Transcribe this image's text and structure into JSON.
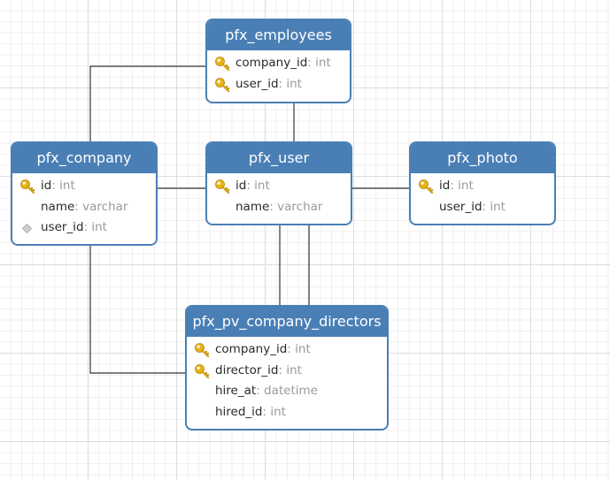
{
  "tables": [
    {
      "id": "pfx_employees",
      "name": "pfx_employees",
      "columns": [
        {
          "name": "company_id",
          "type": ": int",
          "marker": "key"
        },
        {
          "name": "user_id",
          "type": ": int",
          "marker": "key"
        }
      ]
    },
    {
      "id": "pfx_company",
      "name": "pfx_company",
      "columns": [
        {
          "name": "id",
          "type": ": int",
          "marker": "key"
        },
        {
          "name": "name",
          "type": ": varchar",
          "marker": "none"
        },
        {
          "name": "user_id",
          "type": ": int",
          "marker": "diamond"
        }
      ]
    },
    {
      "id": "pfx_user",
      "name": "pfx_user",
      "columns": [
        {
          "name": "id",
          "type": ": int",
          "marker": "key"
        },
        {
          "name": "name",
          "type": ": varchar",
          "marker": "none"
        }
      ]
    },
    {
      "id": "pfx_photo",
      "name": "pfx_photo",
      "columns": [
        {
          "name": "id",
          "type": ": int",
          "marker": "key"
        },
        {
          "name": "user_id",
          "type": ": int",
          "marker": "none"
        }
      ]
    },
    {
      "id": "pfx_pv_company_directors",
      "name": "pfx_pv_company_directors",
      "columns": [
        {
          "name": "company_id",
          "type": ": int",
          "marker": "key"
        },
        {
          "name": "director_id",
          "type": ": int",
          "marker": "key"
        },
        {
          "name": "hire_at",
          "type": ": datetime",
          "marker": "none"
        },
        {
          "name": "hired_id",
          "type": ": int",
          "marker": "none"
        }
      ]
    }
  ],
  "relationships": [
    {
      "from": "pfx_company",
      "to": "pfx_employees"
    },
    {
      "from": "pfx_user",
      "to": "pfx_employees"
    },
    {
      "from": "pfx_company",
      "to": "pfx_user"
    },
    {
      "from": "pfx_user",
      "to": "pfx_photo"
    },
    {
      "from": "pfx_company",
      "to": "pfx_pv_company_directors"
    },
    {
      "from": "pfx_user",
      "to": "pfx_pv_company_directors"
    },
    {
      "from": "pfx_user",
      "to": "pfx_pv_company_directors"
    }
  ],
  "colors": {
    "header": "#4a7fb5",
    "border": "#4a7fb5",
    "type_text": "#9a9a9a",
    "connector": "#333333",
    "key_icon": "#e8b416",
    "diamond_icon": "#cfcfcf"
  },
  "icons": {
    "key": "key-icon",
    "diamond": "diamond-icon"
  }
}
